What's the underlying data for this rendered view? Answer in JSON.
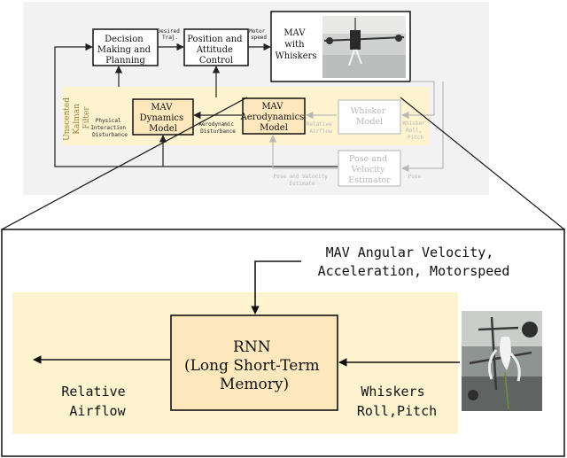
{
  "top": {
    "decision": [
      "Decision",
      "Making and",
      "Planning"
    ],
    "position": [
      "Position and",
      "Attitude",
      "Control"
    ],
    "mav_box": [
      "MAV",
      "with",
      "Whiskers"
    ],
    "desired_traj": [
      "Desired",
      "Traj."
    ],
    "motor_speed": [
      "Motor",
      "speed"
    ],
    "ukf": [
      "Unscented",
      "Kalman",
      "Filter"
    ],
    "phys": [
      "Physical",
      "Interaction",
      "Disturbance"
    ],
    "dynamics": [
      "MAV",
      "Dynamics",
      "Model"
    ],
    "aero_dist": [
      "Aerodynamic",
      "Disturbance"
    ],
    "aero_model": [
      "MAV",
      "Aerodynamics",
      "Model"
    ],
    "rel_air": [
      "Relative",
      "Airflow"
    ],
    "whisker_model": [
      "Whisker",
      "Model"
    ],
    "whisker_rp": [
      "Whisker",
      "Roll,",
      "Pitch"
    ],
    "pose_vel_est": [
      "Pose and Velocity",
      "Estimate"
    ],
    "pose_est_box": [
      "Pose and",
      "Velocity",
      "Estimator"
    ],
    "pose_small": "Pose"
  },
  "zoom": {
    "inputs": [
      "MAV Angular Velocity,",
      "Acceleration, Motorspeed"
    ],
    "rnn": [
      "RNN",
      "(Long Short-Term",
      "Memory)"
    ],
    "output": [
      "Relative",
      "Airflow"
    ],
    "whiskers": [
      "Whiskers",
      "Roll,Pitch"
    ]
  },
  "colors": {
    "highlight": "#fdf4cf",
    "box_fill": "#fde8bd",
    "faded": "#b8b8b8",
    "panel": "#f2f2f2"
  }
}
